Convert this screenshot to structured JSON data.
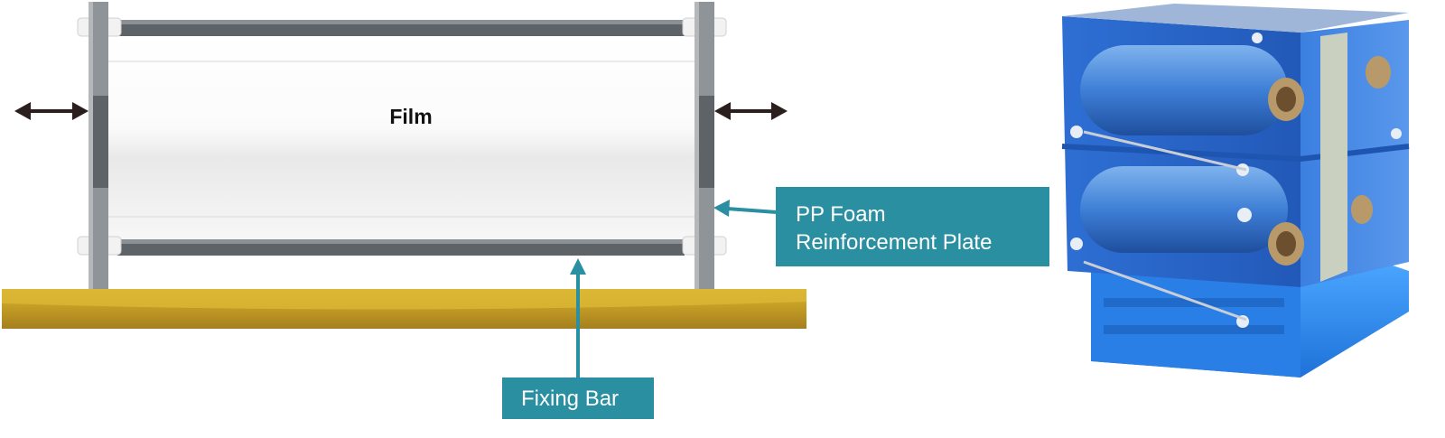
{
  "labels": {
    "film": "Film",
    "pp_foam_line1": "PP Foam",
    "pp_foam_line2": "Reinforcement Plate",
    "fixing_bar": "Fixing Bar"
  },
  "colors": {
    "callout_teal": "#2a8fa0",
    "pallet_yellow": "#d4ae2e",
    "bar_gray": "#5d6367",
    "crate_blue": "#2f6fd6"
  },
  "icons": {
    "left_arrow": "double-arrow-icon",
    "right_arrow": "double-arrow-icon"
  }
}
